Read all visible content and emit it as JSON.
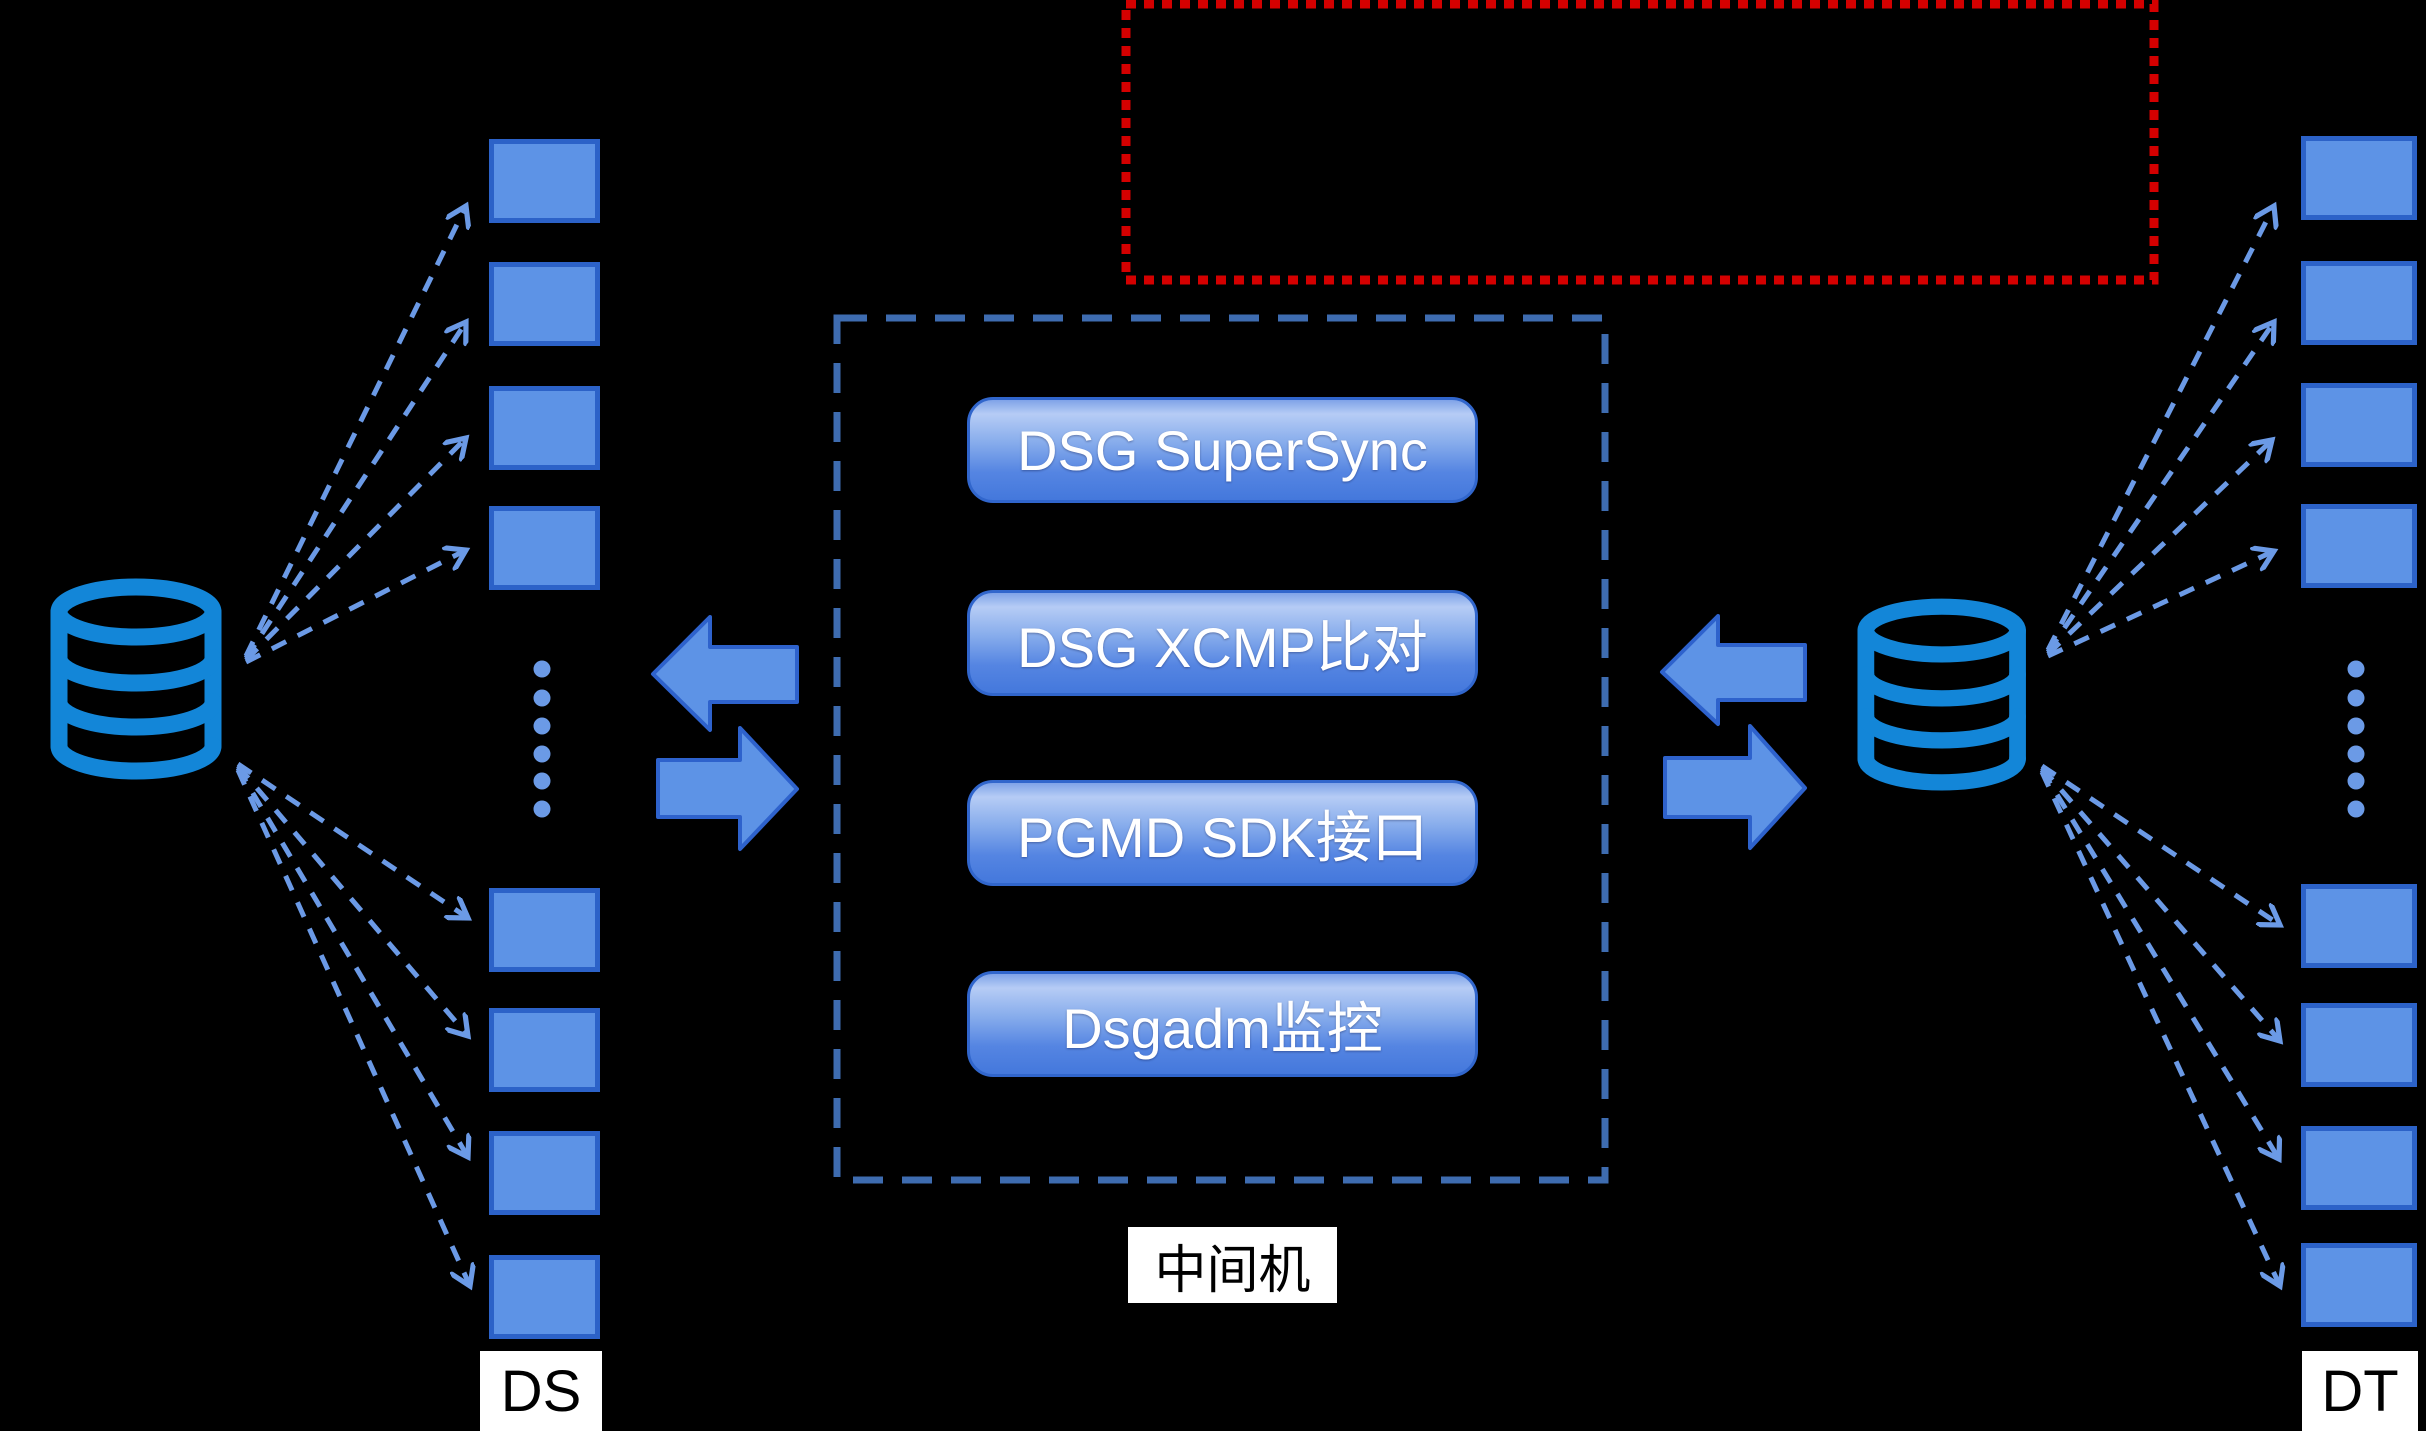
{
  "middle_machine": {
    "label": "中间机",
    "modules": [
      {
        "label": "DSG SuperSync"
      },
      {
        "label": "DSG XCMP比对"
      },
      {
        "label": "PGMD SDK接口"
      },
      {
        "label": "Dsgadm监控"
      }
    ]
  },
  "source": {
    "label": "DS",
    "node_count": 8
  },
  "target": {
    "label": "DT",
    "node_count": 8
  },
  "colors": {
    "background": "#000000",
    "square_fill": "#5d93e6",
    "square_border": "#2c62c8",
    "block_arrow_fill": "#5d93e6",
    "block_arrow_border": "#2e62cc",
    "database_icon": "#1386d8",
    "dashed_arrow": "#6b9ae6",
    "middleware_frame": "#3e6cb0",
    "highlight_frame": "#d40000",
    "button_border": "#3166cc",
    "button_text": "#ffffff",
    "label_bg": "#ffffff",
    "label_text": "#000000"
  }
}
